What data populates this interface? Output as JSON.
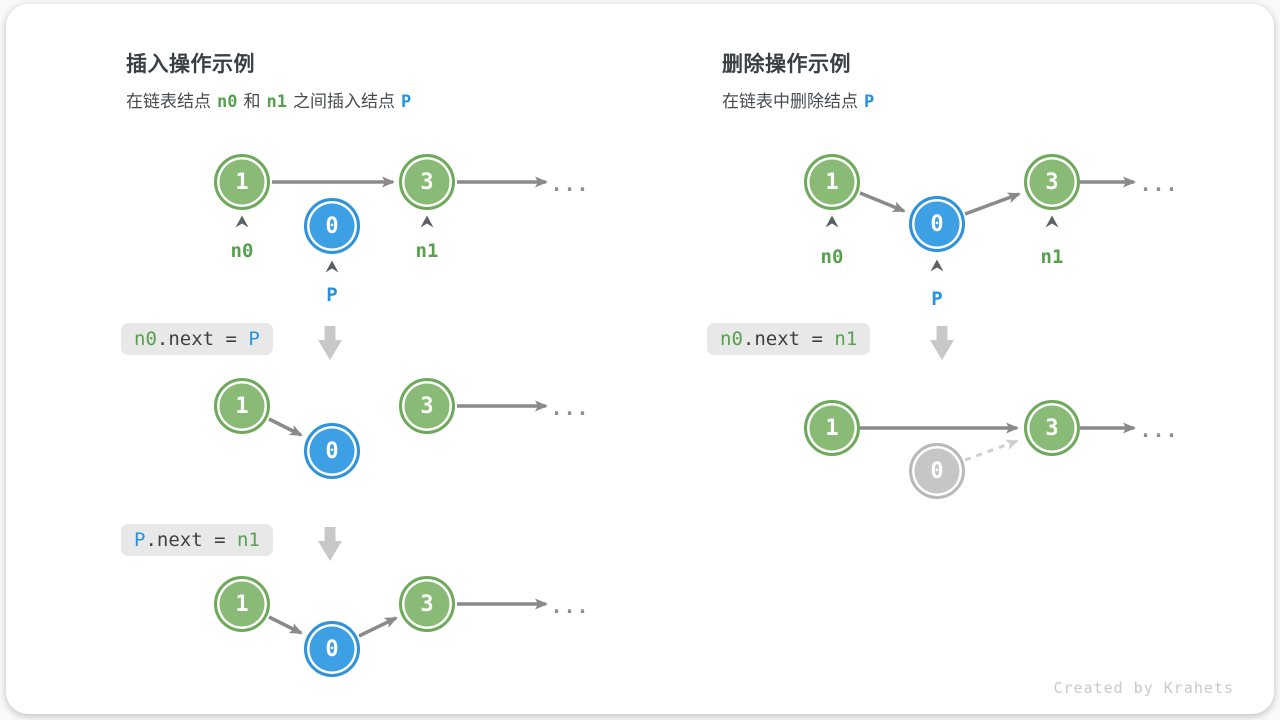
{
  "colors": {
    "green_fill": "#89bb77",
    "green_border": "#6faa5c",
    "blue_fill": "#3d9fe4",
    "blue_border": "#2e93da",
    "gray_fill": "#c6c6c6",
    "gray_border": "#b9b9b9",
    "arrow": "#8a8a8a",
    "dashed": "#cfcfcf",
    "green_text": "#55a14e",
    "blue_text": "#2493de",
    "code_bg": "#e8e8e8",
    "code_text": "#3d4043",
    "block_arrow": "#c8c8c8",
    "caret": "#5b6064",
    "title": "#3a3f44",
    "body": "#474c51",
    "ellipsis": "#8f8f8f",
    "credit": "#c9c9c9"
  },
  "nodes": {
    "one": "1",
    "zero": "0",
    "three": "3"
  },
  "ellipsis": "...",
  "credit": "Created by Krahets",
  "insert": {
    "title": "插入操作示例",
    "subtitle_prefix": "在链表结点",
    "subtitle_and": "和",
    "subtitle_mid": "之间插入结点",
    "label_n0": "n0",
    "label_n1": "n1",
    "label_p": "P",
    "code1": {
      "lead": "n0",
      "mid": ".next = ",
      "tail": "P"
    },
    "code2": {
      "lead": "P",
      "mid": ".next = ",
      "tail": "n1"
    }
  },
  "delete": {
    "title": "删除操作示例",
    "subtitle_prefix": "在链表中删除结点",
    "label_n0": "n0",
    "label_n1": "n1",
    "label_p": "P",
    "code1": {
      "lead": "n0",
      "mid": ".next = ",
      "tail": "n1"
    }
  }
}
